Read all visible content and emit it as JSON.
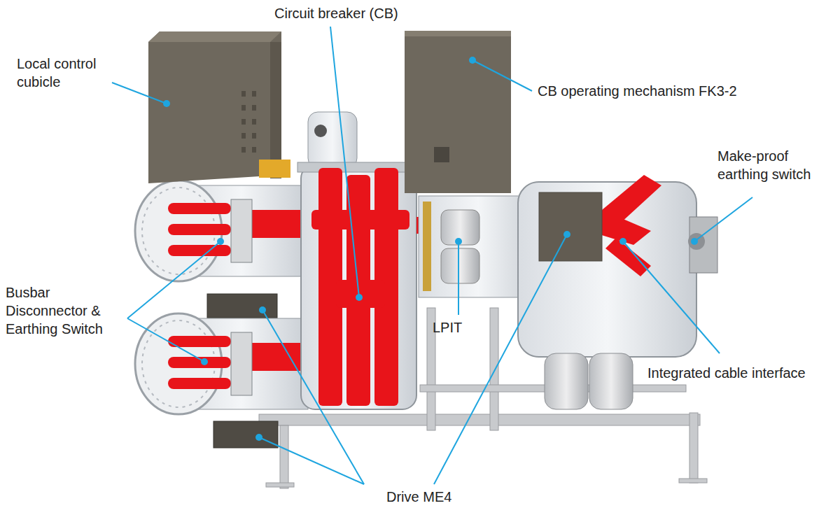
{
  "diagram": {
    "labels": [
      "Circuit breaker (CB)",
      "Local control cubicle",
      "CB operating mechanism FK3-2",
      "Make-proof earthing switch",
      "Busbar Disconnector & Earthing Switch",
      "LPIT",
      "Integrated cable interface",
      "Drive ME4"
    ]
  }
}
